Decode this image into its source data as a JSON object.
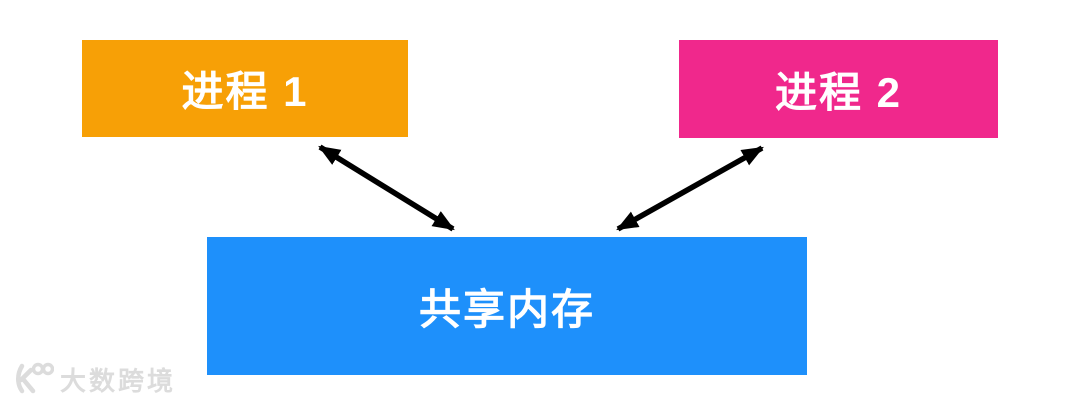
{
  "diagram": {
    "title": "shared-memory-ipc-diagram",
    "nodes": [
      {
        "id": "process1",
        "label": "进程 1",
        "color": "#F7A006",
        "text_color": "#FFFFFF"
      },
      {
        "id": "process2",
        "label": "进程 2",
        "color": "#F0288C",
        "text_color": "#FFFFFF"
      },
      {
        "id": "shared_memory",
        "label": "共享内存",
        "color": "#1E90FB",
        "text_color": "#FFFFFF"
      }
    ],
    "edges": [
      {
        "from": "process1",
        "to": "shared_memory",
        "direction": "bidirectional",
        "color": "#000000"
      },
      {
        "from": "process2",
        "to": "shared_memory",
        "direction": "bidirectional",
        "color": "#000000"
      }
    ],
    "watermark": {
      "icon": "k100-logo",
      "text": "大数跨境",
      "color": "#DCDCDC"
    }
  }
}
